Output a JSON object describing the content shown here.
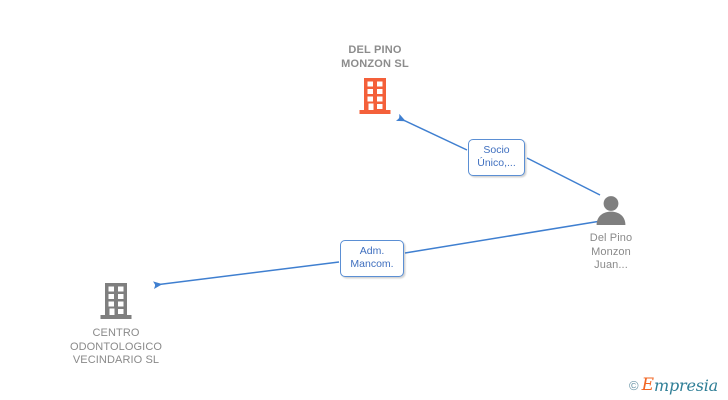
{
  "diagram": {
    "type": "org-relationship-graph",
    "background_color": "#ffffff",
    "edge_color": "#3f7fd0",
    "company_root_color": "#f4603a",
    "company_color": "#7f7f7f",
    "person_color": "#7f7f7f",
    "label_border_color": "#5b8fd4",
    "label_text_color": "#3f6fbf",
    "node_text_color": "#8a8a8a"
  },
  "nodes": {
    "root_company": {
      "label": "DEL PINO\nMONZON SL",
      "icon": "building-icon",
      "type": "company"
    },
    "person": {
      "label": "Del Pino\nMonzon\nJuan...",
      "icon": "person-icon",
      "type": "person"
    },
    "company_centro": {
      "label": "CENTRO\nODONTOLOGICO\nVECINDARIO SL",
      "icon": "building-icon",
      "type": "company"
    }
  },
  "edges": [
    {
      "from": "person",
      "to": "root_company",
      "label": "Socio\nÚnico,...",
      "arrow": "to"
    },
    {
      "from": "person",
      "to": "company_centro",
      "label": "Adm.\nMancom.",
      "arrow": "to"
    }
  ],
  "watermark": {
    "copyright": "©",
    "brand_first": "E",
    "brand_rest": "mpresia"
  }
}
